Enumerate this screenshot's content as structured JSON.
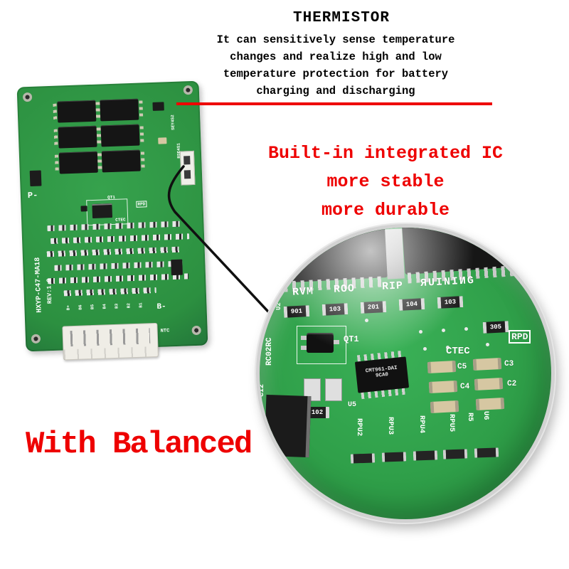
{
  "colors": {
    "accent_red": "#ee0000",
    "board_green": "#2c9040",
    "zoom_green": "#2fa24b",
    "silkscreen": "#ffffff"
  },
  "header": {
    "title": "THERMISTOR",
    "line1": "It can sensitively sense temperature",
    "line2": "changes and realize high and low",
    "line3": "temperature protection for battery",
    "line4": "charging and discharging"
  },
  "features": {
    "line1": "Built-in integrated IC",
    "line2": "more stable",
    "line3": "more durable"
  },
  "caption": "With Balanced",
  "board": {
    "model": "HXYP-C47-MA18",
    "rev": "REV:1.0",
    "p_label": "P-",
    "b_label": "B-",
    "ntc_label": "NTC",
    "qt1": "QT1",
    "ctec": "CTEC",
    "rpd": "RPD",
    "side_label_1": "SEY4S2",
    "side_label_2": "RSE4S1",
    "b_row": [
      "B+",
      "B6",
      "B5",
      "B4",
      "B3",
      "B2",
      "B1"
    ]
  },
  "zoom": {
    "silk_row": [
      "RVM",
      "ROO",
      "RIP",
      "ЯUINIИG"
    ],
    "left_vertical_1": "RC02RC",
    "left_vertical_2": "C12",
    "left_vertical_3": "U2",
    "transistor_label": "QT1",
    "rpd": "RPD",
    "ctec": "CTEC",
    "ic_line1": "CMT961-DAI",
    "ic_line2": "9CA0",
    "ic_ref": "U5",
    "resistors": [
      "901",
      "103",
      "201",
      "104",
      "103"
    ],
    "resistor_305": "305",
    "resistor_102": "102",
    "cap_labels": [
      "C5",
      "C3",
      "C4",
      "C2"
    ],
    "bottom_labels": [
      "RPU2",
      "RPU3",
      "RPU4",
      "RPU5",
      "R5",
      "U6"
    ]
  }
}
